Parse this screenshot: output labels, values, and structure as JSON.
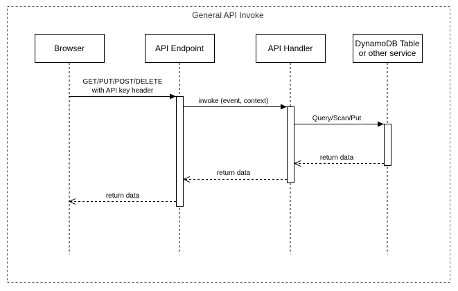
{
  "frame": {
    "title": "General API Invoke"
  },
  "participants": [
    {
      "id": "browser",
      "lines": [
        "Browser"
      ]
    },
    {
      "id": "endpoint",
      "lines": [
        "API Endpoint"
      ]
    },
    {
      "id": "handler",
      "lines": [
        "API Handler"
      ]
    },
    {
      "id": "dynamo",
      "lines": [
        "DynamoDB Table",
        "or other service"
      ]
    }
  ],
  "messages": [
    {
      "from": "browser",
      "to": "endpoint",
      "style": "solid",
      "lines": [
        "GET/PUT/POST/DELETE",
        "with API key header"
      ]
    },
    {
      "from": "endpoint",
      "to": "handler",
      "style": "solid",
      "lines": [
        "invoke (event, context)"
      ]
    },
    {
      "from": "handler",
      "to": "dynamo",
      "style": "solid",
      "lines": [
        "Query/Scan/Put"
      ]
    },
    {
      "from": "dynamo",
      "to": "handler",
      "style": "dashed",
      "lines": [
        "return data"
      ]
    },
    {
      "from": "handler",
      "to": "endpoint",
      "style": "dashed",
      "lines": [
        "return data"
      ]
    },
    {
      "from": "endpoint",
      "to": "browser",
      "style": "dashed",
      "lines": [
        "return data"
      ]
    }
  ]
}
